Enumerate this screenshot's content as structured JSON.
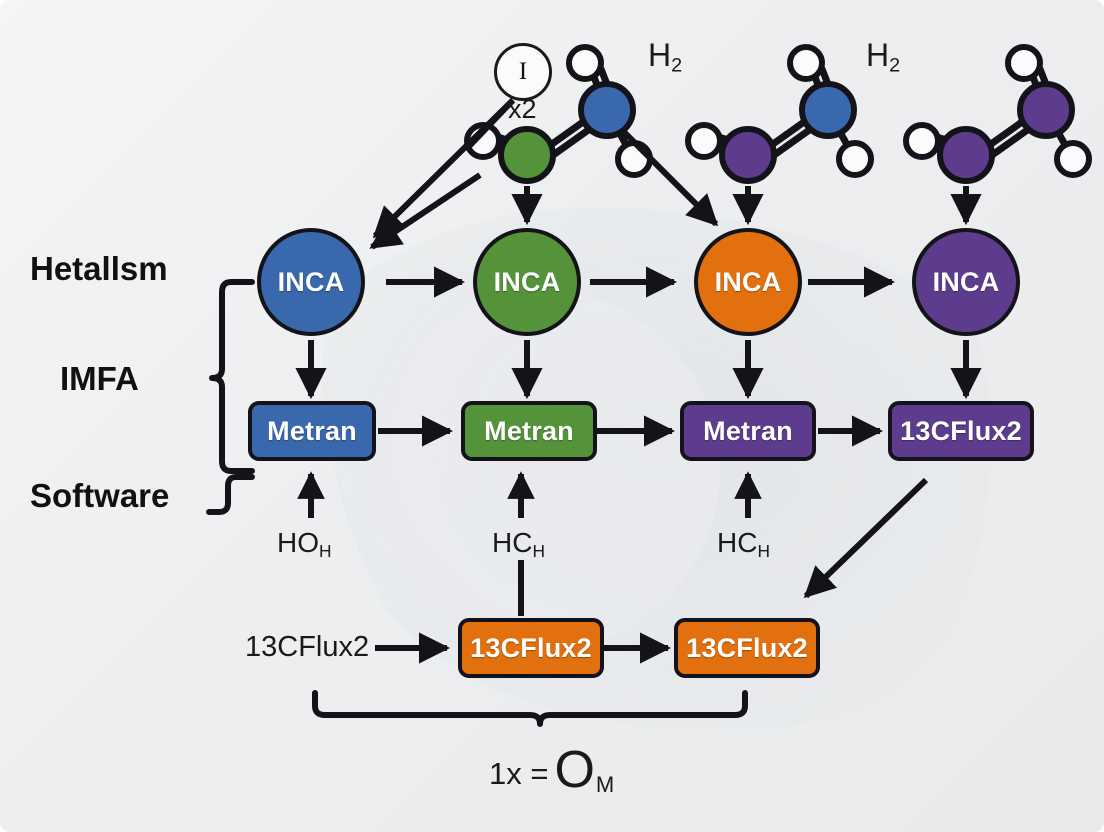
{
  "figure": {
    "title": "Metabolic flux analysis software workflow diagram",
    "background": "#eceef0"
  },
  "colors": {
    "blue": "#3a68ad",
    "green": "#549339",
    "orange": "#e2700e",
    "purple": "#5d3c8e",
    "outline": "#15131a",
    "atom_white": "#fbfbfb",
    "text_dark": "#111111"
  },
  "row_labels": [
    {
      "id": "metabolism",
      "text": "Hetallsm"
    },
    {
      "id": "imfa",
      "text": "IMFA"
    },
    {
      "id": "software",
      "text": "Software"
    }
  ],
  "rows": {
    "inca": [
      {
        "label": "INCA",
        "color": "blue"
      },
      {
        "label": "INCA",
        "color": "green"
      },
      {
        "label": "INCA",
        "color": "orange"
      },
      {
        "label": "INCA",
        "color": "purple"
      }
    ],
    "tools": [
      {
        "label": "Metran",
        "color": "blue"
      },
      {
        "label": "Metran",
        "color": "green"
      },
      {
        "label": "Metran",
        "color": "purple"
      },
      {
        "label": "13CFlux2",
        "color": "purple"
      }
    ],
    "bottom": [
      {
        "label": "13CFlux2",
        "color": "orange"
      },
      {
        "label": "13CFlux2",
        "color": "orange"
      }
    ]
  },
  "inputs": [
    {
      "id": "in-1",
      "text": "HO",
      "sub": "H"
    },
    {
      "id": "in-2",
      "text": "HC",
      "sub": "H"
    },
    {
      "id": "in-3",
      "text": "HC",
      "sub": "H"
    },
    {
      "id": "in-4",
      "text": "13CFlux2",
      "sub": ""
    }
  ],
  "molecules": {
    "isotope_marker": {
      "symbol": "I",
      "multiplier": "x2"
    },
    "h2_labels": [
      {
        "id": "h2-left",
        "text": "H",
        "sub": "2"
      },
      {
        "id": "h2-right",
        "text": "H",
        "sub": "2"
      }
    ]
  },
  "summary": {
    "prefix": "1x =",
    "symbol": "O",
    "sub": "M"
  }
}
